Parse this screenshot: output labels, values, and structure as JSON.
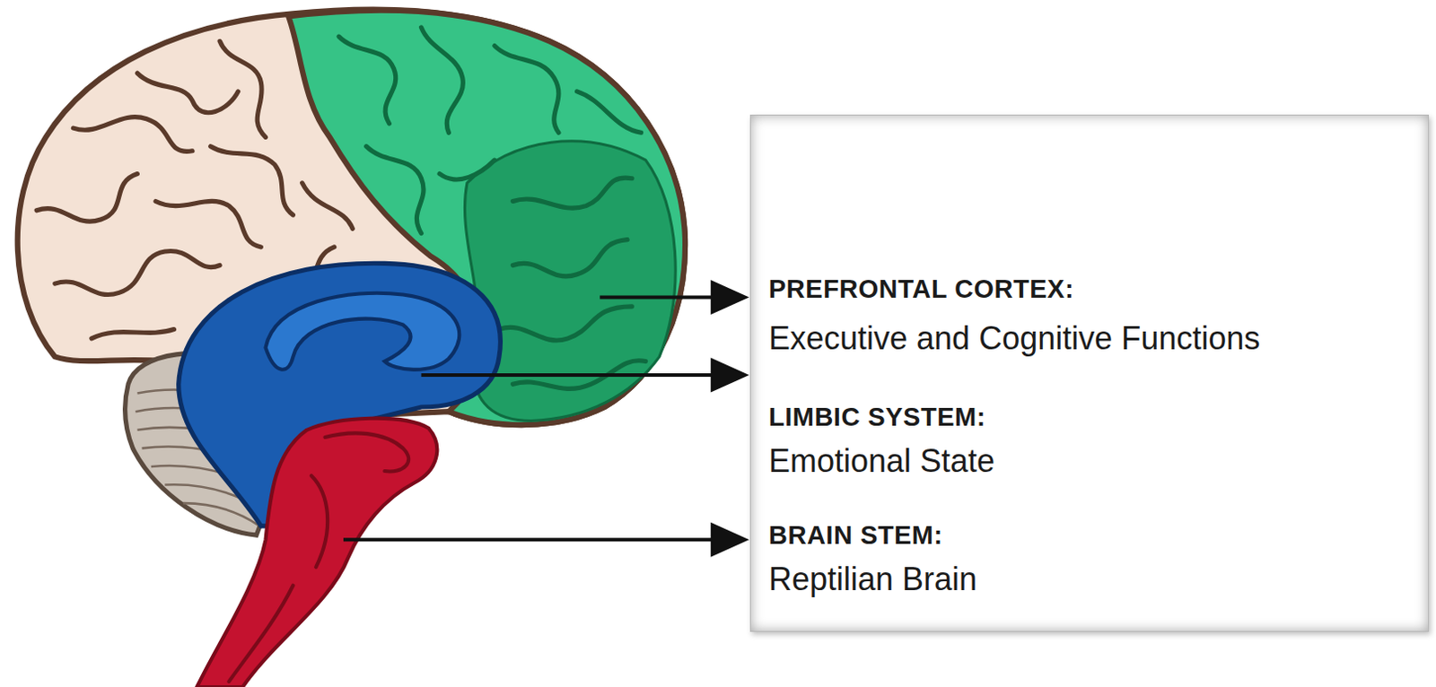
{
  "diagram": {
    "nodes": [
      {
        "text": [
          "PREFRONTAL CORTEX:",
          "Executive and Cognitive Functions",
          "LIMBIC SYSTEM:",
          "Emotional State",
          "BRAIN STEM:",
          "Reptilian Brain"
        ]
      }
    ]
  }
}
